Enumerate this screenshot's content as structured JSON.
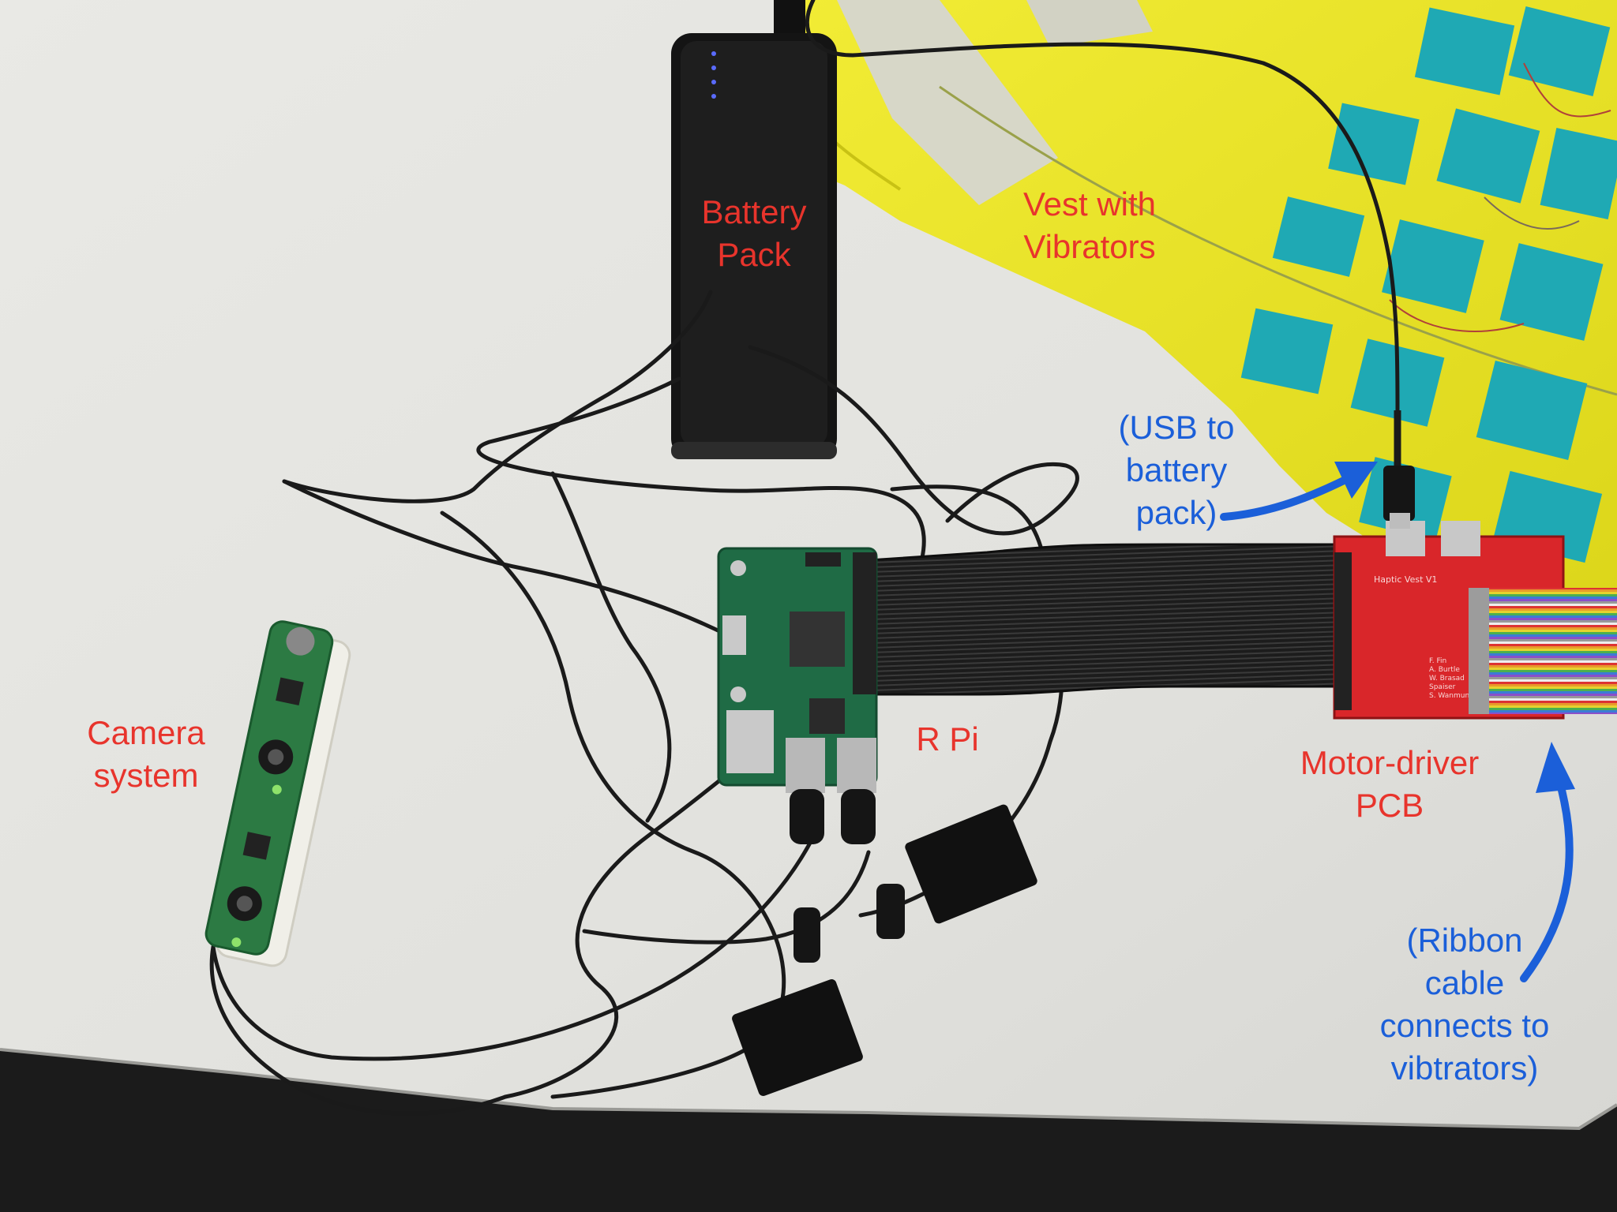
{
  "labels": {
    "battery_pack": "Battery\nPack",
    "vest": "Vest with\nVibrators",
    "usb_note": "(USB to\nbattery\npack)",
    "camera": "Camera\nsystem",
    "rpi": "R Pi",
    "motor_driver": "Motor-driver\nPCB",
    "ribbon_note": "(Ribbon\ncable\nconnects to\nvibtrators)"
  },
  "colors": {
    "red_label": "#e8342c",
    "blue_label": "#1b5fd9",
    "table": "#e6e6e2",
    "vest": "#e9e31f",
    "vibrator_pads": "#1fa9b4",
    "pcb_red": "#d9262a",
    "rpi_green": "#1f6b45"
  },
  "pcb_text": {
    "title": "Haptic Vest V1",
    "credits": "F. Fin\nA. Burtle\nW. Brasad\nSpaiser\nS. Wanmunthu"
  }
}
